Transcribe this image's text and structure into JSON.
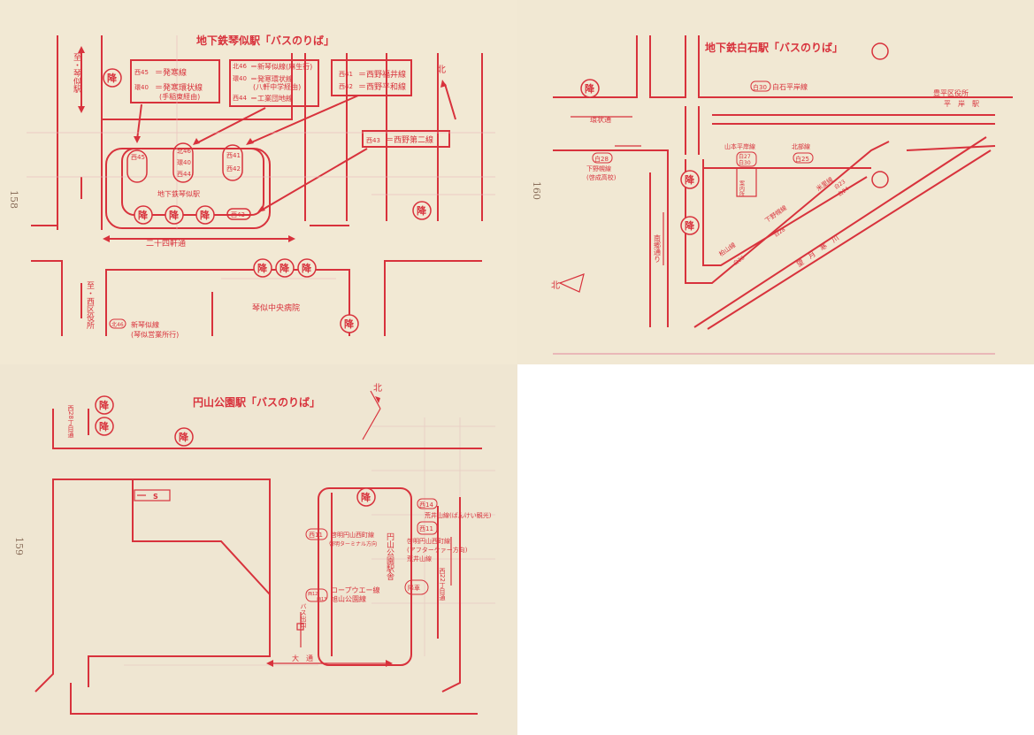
{
  "page158": {
    "page_number": "158",
    "title": "地下鉄琴似駅「バスのりば」",
    "legend1": [
      {
        "code": "西45",
        "text": "＝発寒線"
      },
      {
        "code": "環40",
        "text": "＝発寒環状線"
      },
      {
        "code": "",
        "text": "(手稲東経由)"
      }
    ],
    "legend2": [
      {
        "code": "北46",
        "text": "＝新琴似線(麻生行)"
      },
      {
        "code": "環40",
        "text": "＝発寒環状線"
      },
      {
        "code": "",
        "text": "(八軒中学経由)"
      },
      {
        "code": "西44",
        "text": "＝工業団地線"
      }
    ],
    "legend3": [
      {
        "code": "西41",
        "text": "＝西野福井線"
      },
      {
        "code": "西42",
        "text": "＝西野平和線"
      }
    ],
    "legend4": {
      "code": "西43",
      "text": "＝西野第二線"
    },
    "stops": [
      "西45",
      "北46",
      "環40",
      "西44",
      "西41",
      "西42",
      "西43"
    ],
    "alight": "降",
    "station": "地下鉄琴似駅",
    "street": "二十四軒通",
    "dir_top": "至・琴似駅",
    "dir_bottom": "至・西区役所",
    "hospital": "琴似中央病院",
    "bottom_route_code": "北46",
    "bottom_route_name": "新琴似線",
    "bottom_route_sub": "(琴似営業所行)",
    "north": "北"
  },
  "page160": {
    "page_number": "160",
    "title": "地下鉄白石駅「バスのりば」",
    "labels": {
      "kanjo": "環状通",
      "shiroishi_hiragishi": "白石平岸線",
      "toyohira": "豊平区役所",
      "hiragishi_eki": "平　岸　駅",
      "shimonopporo": "下野幌線",
      "keisei": "(啓成高校)",
      "yamamoto": "山本平岸線",
      "hokubu": "北部線",
      "annai": "案内所",
      "kanda": "米里線",
      "shimonopporo2": "下野幌線",
      "kashiwayama": "柏山線",
      "nango": "南郷通り",
      "bogetsusamu": "望　月　寒　川",
      "north": "北"
    },
    "codes": {
      "c30": "白30",
      "c28": "白28",
      "c27": "白27",
      "c30b": "白30",
      "c25": "白25",
      "c23": "白23",
      "c24": "白24",
      "c28b": "白28",
      "c26": "白26"
    }
  },
  "page159": {
    "page_number": "159",
    "title": "円山公園駅「バスのりば」",
    "north": "北",
    "top_left": "西28丁目通",
    "s_mark": "S",
    "stops": {
      "nishi14": "西14",
      "nishi11": "西11",
      "nishi11b": "西11",
      "nishi12": "西12",
      "nishi13": "西13"
    },
    "routes": {
      "arai": "荒井山線(ばんけい観光)",
      "keimei1": "啓明円山西町線",
      "keimei1_sub": "(アフターケァー方向)",
      "arai2": "荒井山線",
      "keimei2": "啓明円山西町線",
      "keimei2_sub": "啓明ターミナル方向",
      "ropeway": "ロープウエー線",
      "asahiyama": "旭山公園線"
    },
    "station": "円山公園駅舎",
    "kousha": "降車",
    "bus_exit": "バス出口",
    "nishi22": "西22丁目通",
    "odori": "大　通"
  }
}
